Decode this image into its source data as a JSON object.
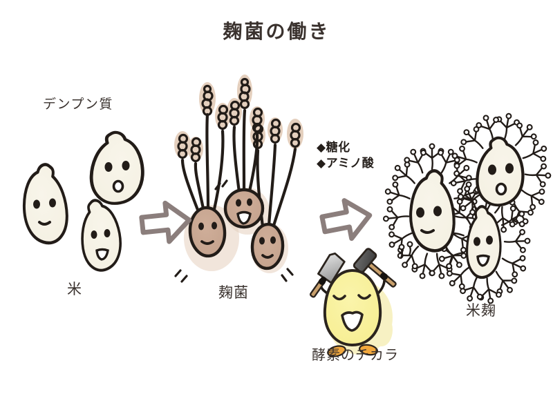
{
  "title": "麹菌の働き",
  "labels": {
    "starch": "デンプン質",
    "rice": "米",
    "koji_mold": "麹菌",
    "rice_koji": "米麹",
    "enzyme_power": "酵素のチカラ"
  },
  "effects": {
    "item1": "◆糖化",
    "item2": "◆アミノ酸"
  },
  "colors": {
    "background": "#ffffff",
    "ink": "#221c18",
    "text": "#3a322e",
    "rice_fill": "#f4f0e2",
    "rice_fill_light": "#f8f5ea",
    "koji_fill": "#c3a18c",
    "spore_blotch": "#d9bba2",
    "arrow": "#8b7e7c",
    "enzyme_body": "#f6ed8e",
    "enzyme_body_light": "#faf4ab",
    "enzyme_feet": "#f2a83d",
    "tool_handle": "#c89f6b",
    "blade_metal": "#d6d6d6",
    "hammer_head": "#565656"
  }
}
